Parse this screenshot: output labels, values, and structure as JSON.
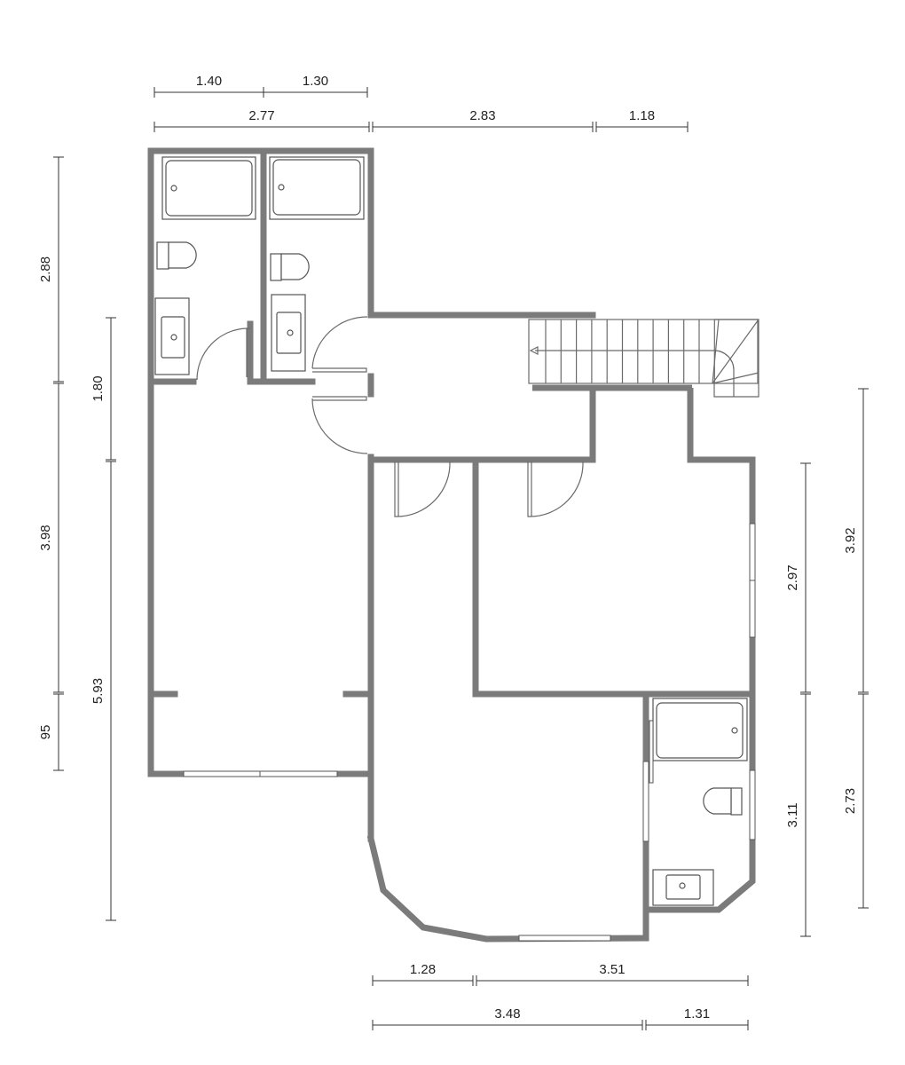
{
  "dimensions": {
    "top_row1": [
      "1.40",
      "1.30"
    ],
    "top_row2": [
      "2.77",
      "2.83",
      "1.18"
    ],
    "left_outer": [
      "2.88",
      "3.98",
      "95"
    ],
    "left_inner": [
      "1.80",
      "5.93"
    ],
    "right_inner": [
      "2.97",
      "3.11"
    ],
    "right_outer": [
      "3.92",
      "2.73"
    ],
    "bottom_row1": [
      "1.28",
      "3.51"
    ],
    "bottom_row2": [
      "3.48",
      "1.31"
    ]
  },
  "colors": {
    "wall": "#7b7b7b",
    "line": "#555555"
  },
  "icons": [
    "bathtub-icon",
    "toilet-icon",
    "sink-icon",
    "door-swing-icon",
    "staircase-icon",
    "window-icon"
  ]
}
